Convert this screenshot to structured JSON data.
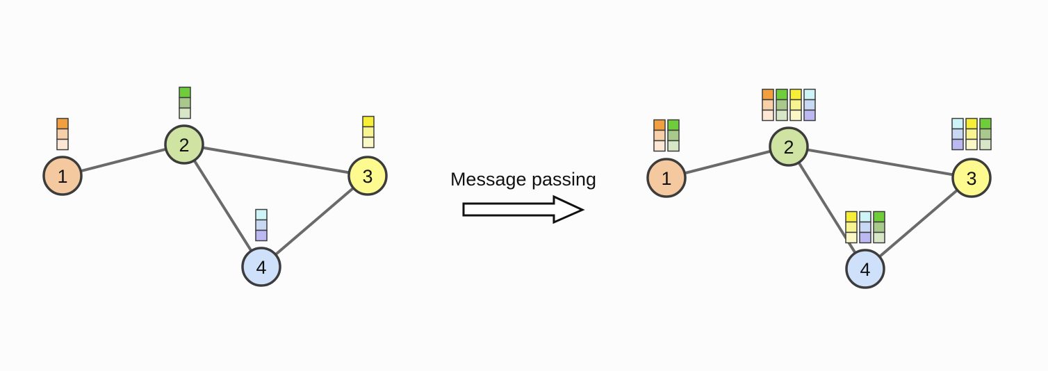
{
  "caption": "Message passing",
  "colors": {
    "edge": "#6a6a6a",
    "node_stroke": "#3c3c3c",
    "node_fill": {
      "1": "#f5c9a0",
      "2": "#cfe3a2",
      "3": "#fdfa90",
      "4": "#cfe0fb"
    },
    "feature": {
      "1": [
        "#f2a03f",
        "#f7cfa8",
        "#fbe7d3"
      ],
      "2": [
        "#6fcd3c",
        "#a9c98c",
        "#d8e6c8"
      ],
      "3": [
        "#f7ef37",
        "#f9f492",
        "#fbf8c8"
      ],
      "4": [
        "#cdf5f8",
        "#c9d8f3",
        "#bbb8f2"
      ]
    }
  },
  "graphs": [
    {
      "id": "before",
      "nodes": [
        {
          "id": "1",
          "label": "1"
        },
        {
          "id": "2",
          "label": "2"
        },
        {
          "id": "3",
          "label": "3"
        },
        {
          "id": "4",
          "label": "4"
        }
      ],
      "edges": [
        [
          "1",
          "2"
        ],
        [
          "2",
          "3"
        ],
        [
          "2",
          "4"
        ],
        [
          "3",
          "4"
        ]
      ],
      "features": {
        "1": [
          "1"
        ],
        "2": [
          "2"
        ],
        "3": [
          "3"
        ],
        "4": [
          "4"
        ]
      }
    },
    {
      "id": "after",
      "nodes": [
        {
          "id": "1",
          "label": "1"
        },
        {
          "id": "2",
          "label": "2"
        },
        {
          "id": "3",
          "label": "3"
        },
        {
          "id": "4",
          "label": "4"
        }
      ],
      "edges": [
        [
          "1",
          "2"
        ],
        [
          "2",
          "3"
        ],
        [
          "2",
          "4"
        ],
        [
          "3",
          "4"
        ]
      ],
      "features": {
        "1": [
          "1",
          "2"
        ],
        "2": [
          "1",
          "2",
          "3",
          "4"
        ],
        "3": [
          "4",
          "3",
          "2"
        ],
        "4": [
          "3",
          "4",
          "2"
        ]
      }
    }
  ]
}
